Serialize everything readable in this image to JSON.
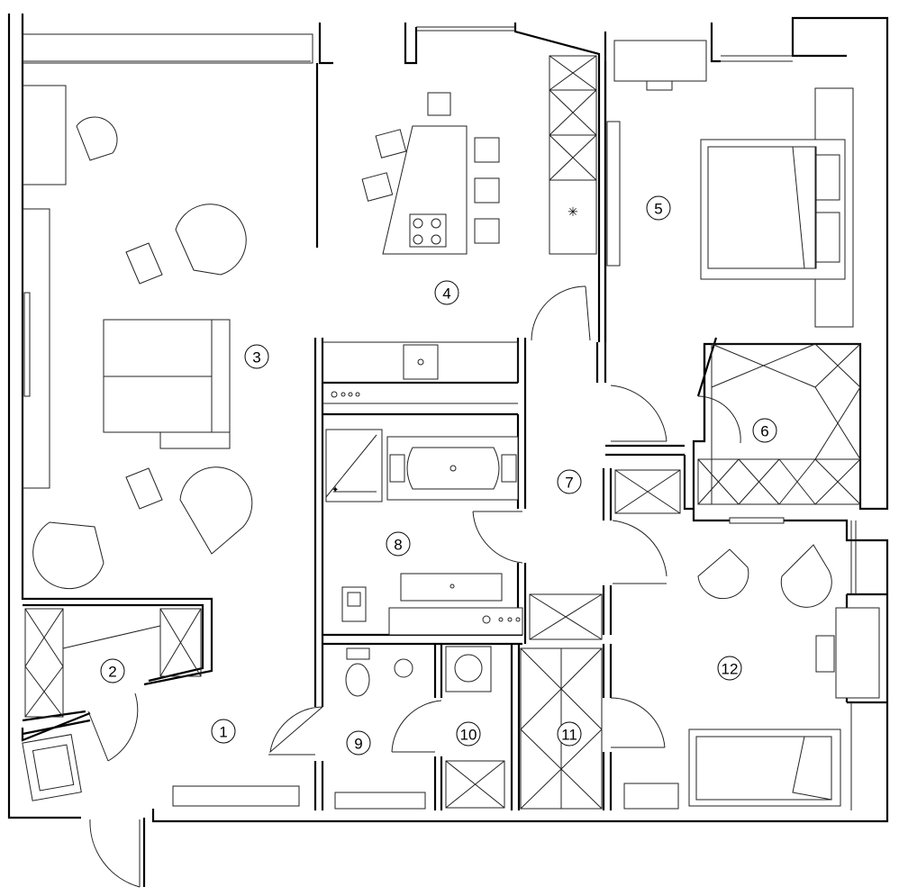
{
  "room_labels": [
    "1",
    "2",
    "3",
    "4",
    "5",
    "6",
    "7",
    "8",
    "9",
    "10",
    "11",
    "12"
  ]
}
